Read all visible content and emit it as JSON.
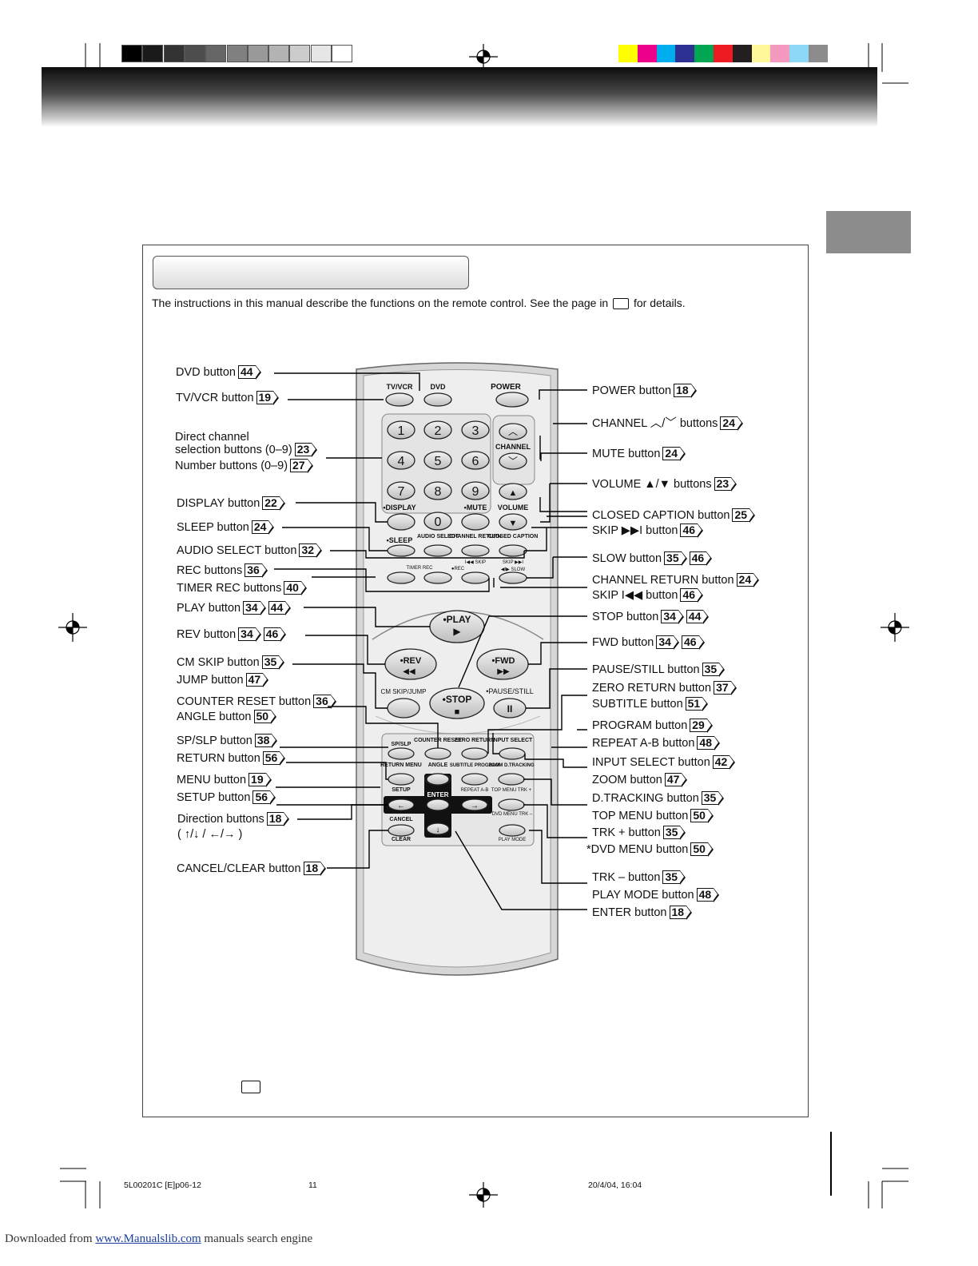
{
  "intro_text": "The instructions in this manual describe the functions on the remote control. See the page in",
  "intro_suffix": "for details.",
  "colors": {
    "grayscale": [
      "#000000",
      "#1a1a1a",
      "#333333",
      "#4d4d4d",
      "#666666",
      "#808080",
      "#999999",
      "#b3b3b3",
      "#cccccc",
      "#e6e6e6",
      "#ffffff"
    ],
    "process": [
      "#ffff00",
      "#ec008c",
      "#00aeef",
      "#2e3192",
      "#00a651",
      "#ed1c24",
      "#231f20",
      "#fff799",
      "#f49ac1",
      "#8dd7f7",
      "#8c8c8c"
    ]
  },
  "left_labels": [
    {
      "text": "DVD button",
      "pages": [
        "44"
      ]
    },
    {
      "text": "TV/VCR button",
      "pages": [
        "19"
      ]
    },
    {
      "text": "Direct channel",
      "pages": []
    },
    {
      "text": "selection buttons (0–9)",
      "pages": [
        "23"
      ]
    },
    {
      "text": "Number buttons (0–9)",
      "pages": [
        "27"
      ]
    },
    {
      "text": "DISPLAY button",
      "pages": [
        "22"
      ]
    },
    {
      "text": "SLEEP button",
      "pages": [
        "24"
      ]
    },
    {
      "text": "AUDIO SELECT button",
      "pages": [
        "32"
      ]
    },
    {
      "text": "REC buttons",
      "pages": [
        "36"
      ]
    },
    {
      "text": "TIMER REC buttons",
      "pages": [
        "40"
      ]
    },
    {
      "text": "PLAY button",
      "pages": [
        "34",
        "44"
      ]
    },
    {
      "text": "REV button",
      "pages": [
        "34",
        "46"
      ]
    },
    {
      "text": "CM SKIP button",
      "pages": [
        "35"
      ]
    },
    {
      "text": "JUMP button",
      "pages": [
        "47"
      ]
    },
    {
      "text": "COUNTER RESET button",
      "pages": [
        "36"
      ]
    },
    {
      "text": "ANGLE button",
      "pages": [
        "50"
      ]
    },
    {
      "text": "SP/SLP button",
      "pages": [
        "38"
      ]
    },
    {
      "text": "RETURN button",
      "pages": [
        "56"
      ]
    },
    {
      "text": "MENU button",
      "pages": [
        "19"
      ]
    },
    {
      "text": "SETUP button",
      "pages": [
        "56"
      ]
    },
    {
      "text": "Direction buttons",
      "pages": [
        "18"
      ]
    },
    {
      "text": "( ↑/↓ / ←/→ )",
      "pages": []
    },
    {
      "text": "CANCEL/CLEAR button",
      "pages": [
        "18"
      ]
    }
  ],
  "right_labels": [
    {
      "text": "POWER button",
      "pages": [
        "18"
      ]
    },
    {
      "text": "CHANNEL ︿/﹀ buttons",
      "pages": [
        "24"
      ]
    },
    {
      "text": "MUTE button",
      "pages": [
        "24"
      ]
    },
    {
      "text": "VOLUME ▲/▼ buttons",
      "pages": [
        "23"
      ]
    },
    {
      "text": "CLOSED CAPTION button",
      "pages": [
        "25"
      ]
    },
    {
      "text": "SKIP ▶▶I button",
      "pages": [
        "46"
      ]
    },
    {
      "text": "SLOW button",
      "pages": [
        "35",
        "46"
      ]
    },
    {
      "text": "CHANNEL RETURN button",
      "pages": [
        "24"
      ]
    },
    {
      "text": "SKIP I◀◀ button",
      "pages": [
        "46"
      ]
    },
    {
      "text": "STOP button",
      "pages": [
        "34",
        "44"
      ]
    },
    {
      "text": "FWD button",
      "pages": [
        "34",
        "46"
      ]
    },
    {
      "text": "PAUSE/STILL button",
      "pages": [
        "35"
      ]
    },
    {
      "text": "ZERO RETURN button",
      "pages": [
        "37"
      ]
    },
    {
      "text": "SUBTITLE button",
      "pages": [
        "51"
      ]
    },
    {
      "text": "PROGRAM button",
      "pages": [
        "29"
      ]
    },
    {
      "text": "REPEAT A-B button",
      "pages": [
        "48"
      ]
    },
    {
      "text": "INPUT SELECT button",
      "pages": [
        "42"
      ]
    },
    {
      "text": "ZOOM button",
      "pages": [
        "47"
      ]
    },
    {
      "text": "D.TRACKING button",
      "pages": [
        "35"
      ]
    },
    {
      "text": "TOP MENU button",
      "pages": [
        "50"
      ]
    },
    {
      "text": "TRK + button",
      "pages": [
        "35"
      ]
    },
    {
      "text": "*DVD MENU button",
      "pages": [
        "50"
      ]
    },
    {
      "text": "TRK – button",
      "pages": [
        "35"
      ]
    },
    {
      "text": "PLAY MODE button",
      "pages": [
        "48"
      ]
    },
    {
      "text": "ENTER button",
      "pages": [
        "18"
      ]
    }
  ],
  "remote": {
    "top": [
      "TV/VCR",
      "DVD",
      "POWER"
    ],
    "digits": [
      "1",
      "2",
      "3",
      "4",
      "5",
      "6",
      "7",
      "8",
      "9",
      "0"
    ],
    "channel": "CHANNEL",
    "display": "•DISPLAY",
    "mute": "•MUTE",
    "volume": "VOLUME",
    "sleep": "•SLEEP",
    "audio_select": "AUDIO SELECT",
    "channel_return": "CHANNEL RETURN",
    "closed_caption": "CLOSED CAPTION",
    "timer_rec": "TIMER REC",
    "rec": "●REC",
    "skip_back": "I◀◀ SKIP",
    "skip_fwd": "SKIP ▶▶I",
    "slow": "◀I▶ SLOW",
    "play": "•PLAY",
    "rev": "•REV",
    "fwd": "•FWD",
    "stop": "•STOP",
    "cm_skip": "CM SKIP/JUMP",
    "pause": "•PAUSE/STILL",
    "sp_slp": "SP/SLP",
    "counter_reset": "COUNTER RESET",
    "zero_return": "ZERO RETURN",
    "input_select": "INPUT SELECT",
    "return_menu": "RETURN MENU",
    "angle": "ANGLE",
    "subtitle_program": "SUBTITLE PROGRAM",
    "zoom_dtracking": "ZOOM D.TRACKING",
    "setup": "SETUP",
    "repeat_ab": "REPEAT A-B",
    "top_menu_trk": "TOP MENU TRK +",
    "enter": "ENTER",
    "cancel": "CANCEL",
    "clear": "CLEAR",
    "dvd_menu_trk": "DVD MENU TRK –",
    "play_mode": "PLAY MODE"
  },
  "footer": {
    "file": "5L00201C [E]p06-12",
    "page": "11",
    "date": "20/4/04, 16:04"
  },
  "download": {
    "prefix": "Downloaded from",
    "link": "www.Manualslib.com",
    "suffix": "manuals search engine"
  }
}
